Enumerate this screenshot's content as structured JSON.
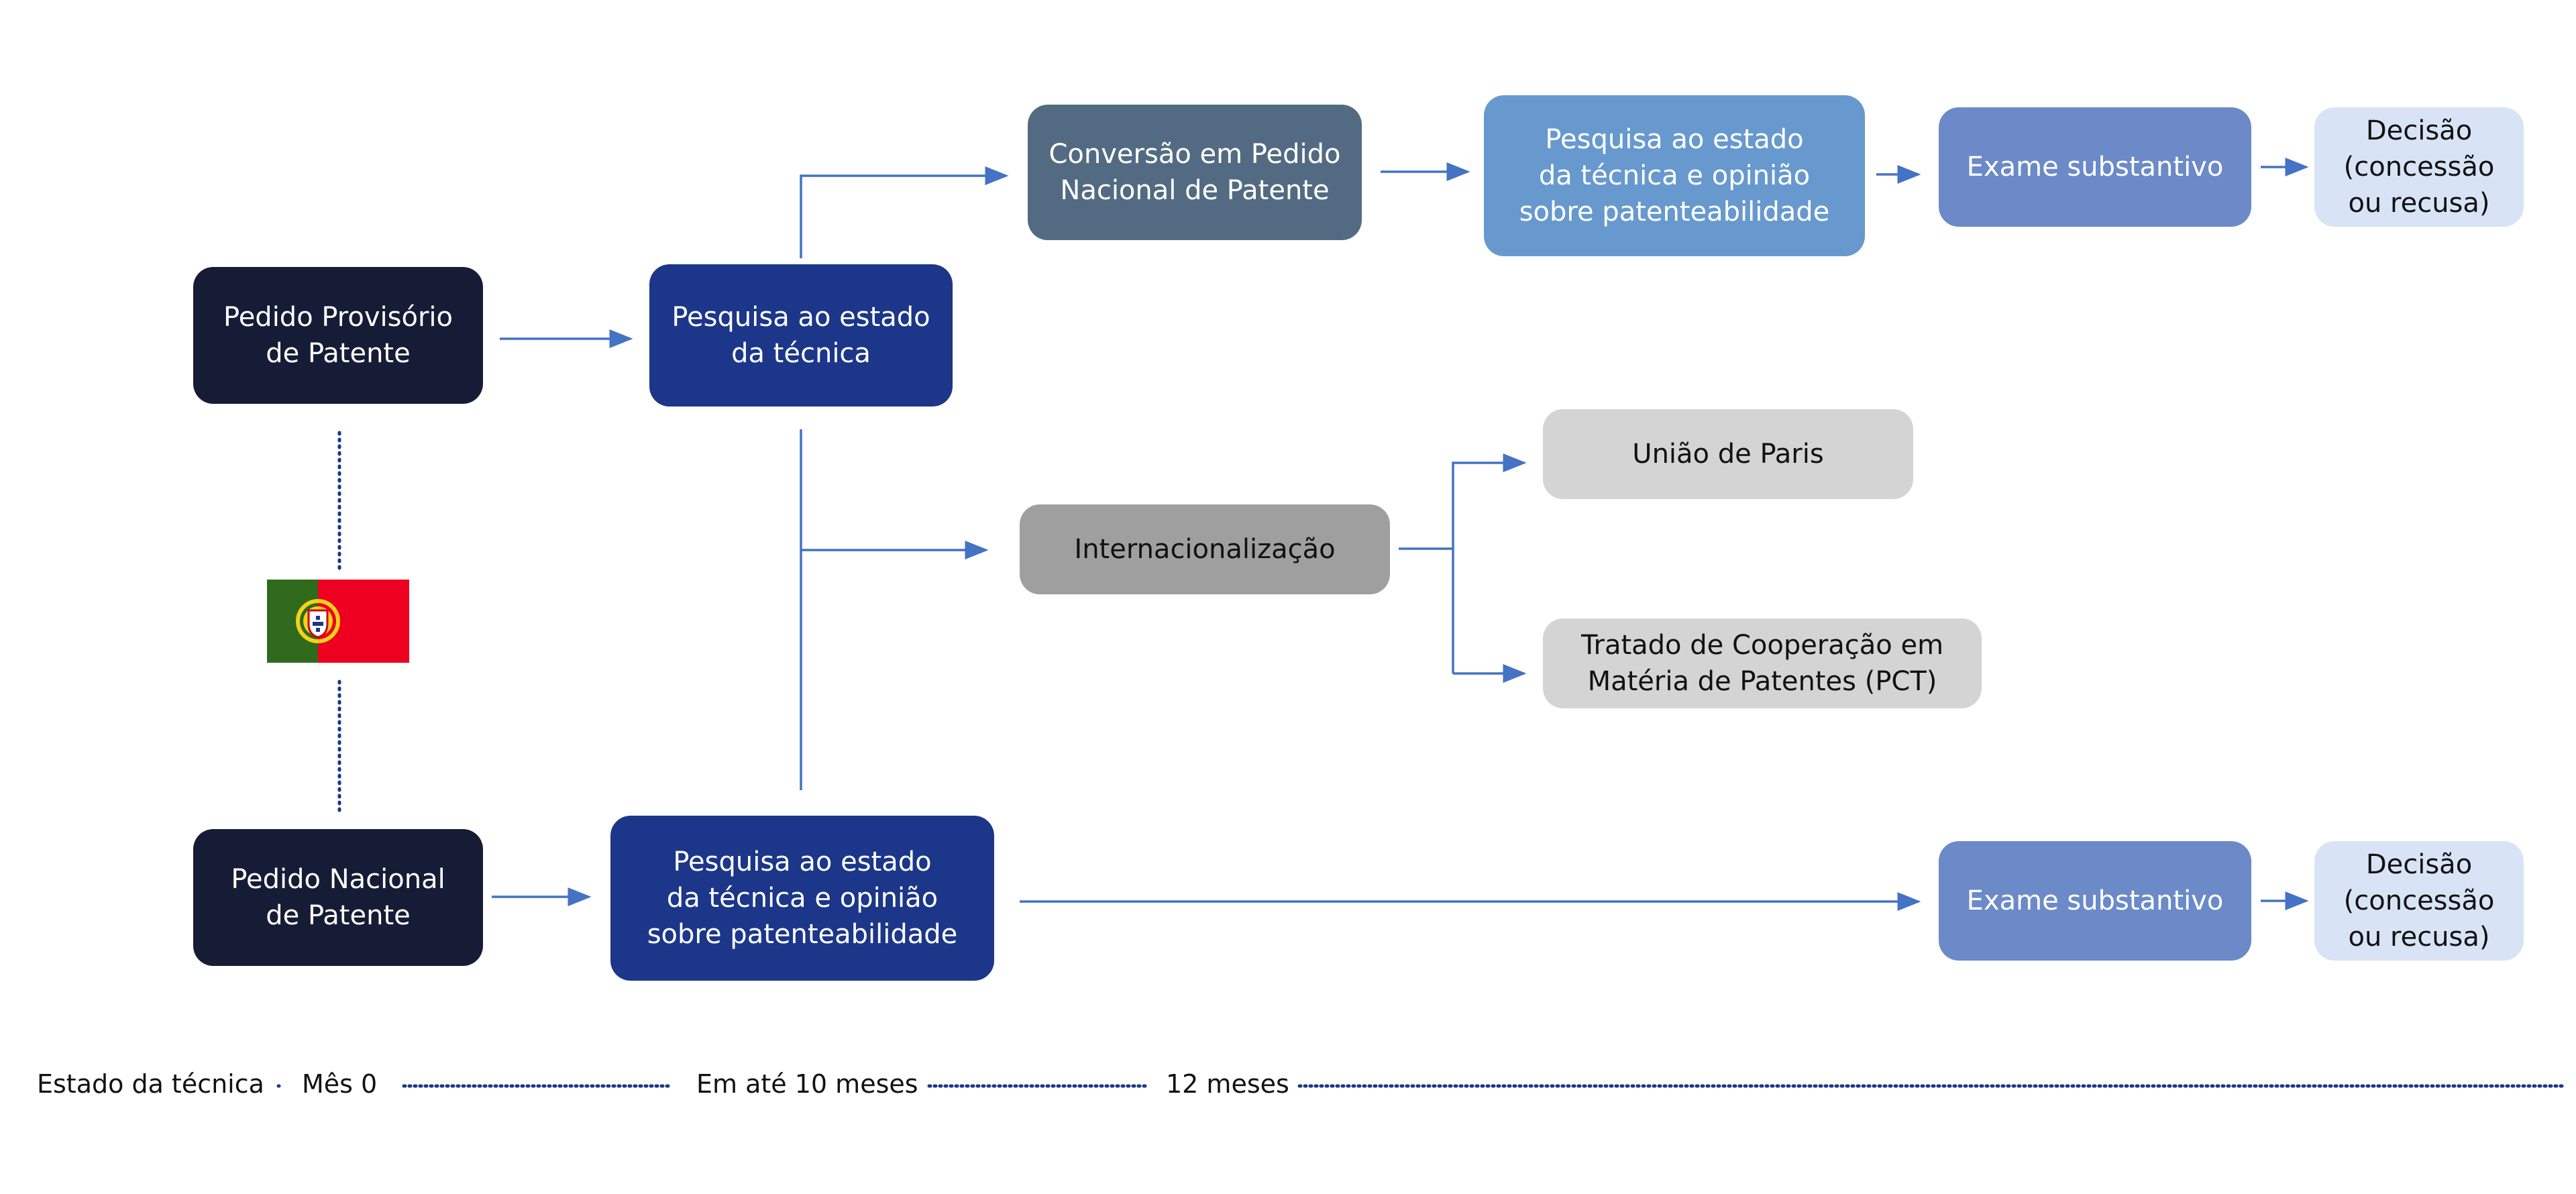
{
  "boxes": {
    "provisional_application": "Pedido Provisório\nde Patente",
    "prior_art_search": "Pesquisa ao estado\nda técnica",
    "conversion_national": "Conversão em Pedido\nNacional de Patente",
    "search_opinion_top": "Pesquisa ao estado\nda técnica e opinião\nsobre patenteabilidade",
    "exam_top": "Exame substantivo",
    "decision_top": "Decisão\n(concessão\nou recusa)",
    "internationalization": "Internacionalização",
    "paris_union": "União de Paris",
    "pct": "Tratado de Cooperação em\nMatéria de Patentes (PCT)",
    "national_application": "Pedido Nacional\nde Patente",
    "search_opinion_bottom": "Pesquisa ao estado\nda técnica e opinião\nsobre patenteabilidade",
    "exam_bottom": "Exame substantivo",
    "decision_bottom": "Decisão\n(concessão\nou recusa)"
  },
  "timeline": {
    "label_state": "Estado da técnica",
    "label_month0": "Mês 0",
    "label_10months": "Em até 10 meses",
    "label_12months": "12 meses"
  },
  "colors": {
    "arrow": "#4472c4",
    "dots": "#1c3689",
    "flag_green": "#2f6a1d",
    "flag_red": "#ee0020"
  },
  "icons": {
    "flag": "portugal-flag-icon"
  }
}
